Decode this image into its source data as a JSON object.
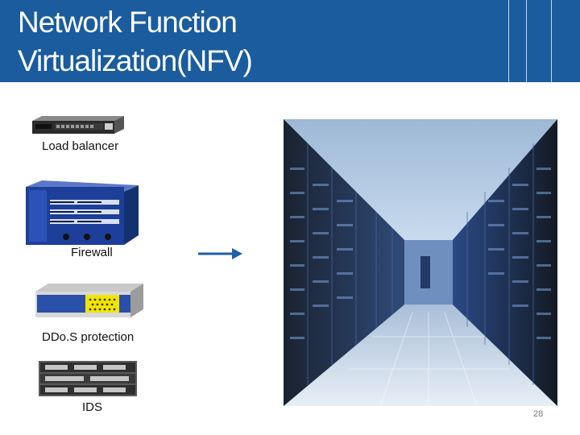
{
  "slide": {
    "title_line1": "Network Function",
    "title_line2": "Virtualization(NFV)",
    "page_number": "28"
  },
  "devices": [
    {
      "label": "Load balancer",
      "icon": "load-balancer-appliance-icon"
    },
    {
      "label": "Firewall",
      "icon": "firewall-appliance-icon"
    },
    {
      "label": "DDo.S protection",
      "icon": "ddos-appliance-icon"
    },
    {
      "label": "IDS",
      "icon": "ids-appliance-icon"
    }
  ],
  "colors": {
    "title_bar": "#1a5c9e",
    "arrow": "#1f5fa8"
  },
  "images": {
    "datacenter": "datacenter-server-aisle-photo"
  }
}
